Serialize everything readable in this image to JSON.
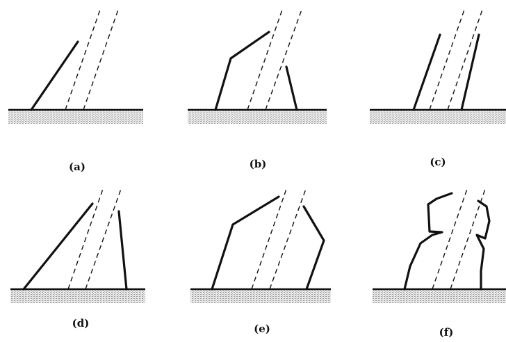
{
  "panels": [
    {
      "id": "a",
      "label": "(a)"
    },
    {
      "id": "b",
      "label": "(b)"
    },
    {
      "id": "c",
      "label": "(c)"
    },
    {
      "id": "d",
      "label": "(d)"
    },
    {
      "id": "e",
      "label": "(e)"
    },
    {
      "id": "f",
      "label": "(f)"
    }
  ]
}
